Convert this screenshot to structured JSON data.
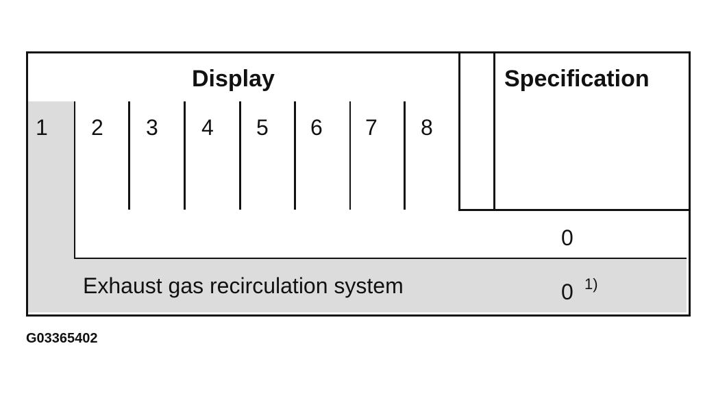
{
  "table": {
    "display_header": "Display",
    "spec_header": "Specification",
    "positions": [
      "1",
      "2",
      "3",
      "4",
      "5",
      "6",
      "7",
      "8"
    ],
    "spec_value_row1": "0",
    "row_label": "Exhaust gas recirculation system",
    "spec_value_row2": "0",
    "footnote_marker": "1)"
  },
  "figure_code": "G03365402",
  "colors": {
    "shade": "#dcdcdc",
    "line": "#111111"
  }
}
